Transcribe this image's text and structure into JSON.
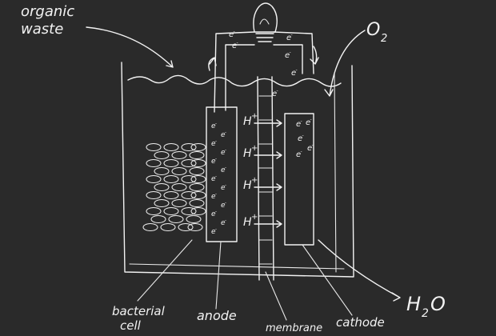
{
  "labels": {
    "organic_waste_line1": "organic",
    "organic_waste_line2": "waste",
    "oxygen": "O",
    "oxygen_sub": "2",
    "water": "H",
    "water_sub": "2",
    "water_o": "O",
    "bacterial_cell_line1": "bacterial",
    "bacterial_cell_line2": "cell",
    "anode": "anode",
    "membrane": "membrane",
    "cathode": "cathode"
  },
  "symbols": {
    "electron": "e",
    "electron_sup": "-",
    "proton": "H",
    "proton_sup": "+"
  },
  "colors": {
    "background": "#2a2a2a",
    "chalk": "#f2f2f2"
  }
}
